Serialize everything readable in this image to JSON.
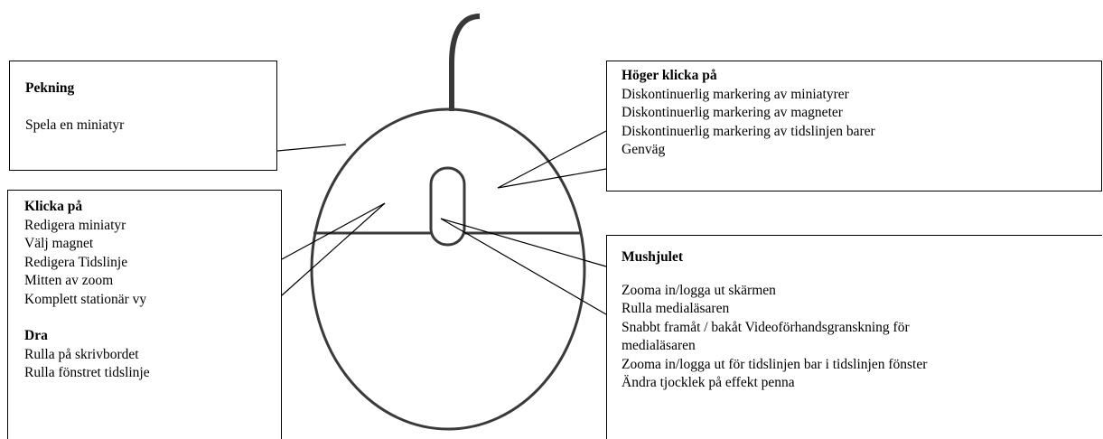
{
  "diagram": {
    "pointing": {
      "title": "Pekning",
      "lines": [
        "Spela en miniatyr"
      ]
    },
    "click": {
      "title": "Klicka på",
      "lines": [
        "Redigera miniatyr",
        "Välj magnet",
        "Redigera Tidslinje",
        "Mitten av zoom",
        "Komplett stationär vy"
      ],
      "drag_title": "Dra",
      "drag_lines": [
        "Rulla på skrivbordet",
        "Rulla fönstret tidslinje"
      ]
    },
    "right_click": {
      "title": "Höger klicka på",
      "lines": [
        "Diskontinuerlig markering av miniatyrer",
        "Diskontinuerlig markering av magneter",
        "Diskontinuerlig markering av tidslinjen barer",
        "Genväg"
      ]
    },
    "wheel": {
      "title": "Mushjulet",
      "lines": [
        "Zooma in/logga ut skärmen",
        "Rulla medialäsaren",
        "Snabbt framåt / bakåt Videoförhandsgranskning för",
        "medialäsaren",
        "Zooma in/logga ut för tidslinjen bar i tidslinjen fönster",
        "Ändra tjocklek på effekt penna"
      ]
    }
  }
}
